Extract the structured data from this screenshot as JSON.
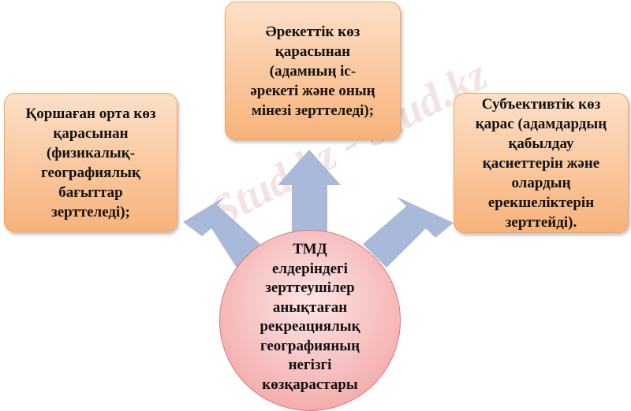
{
  "center": {
    "text": "ТМД\nелдеріндегі\nзерттеушілер\nанықтаған\nрекреациялық\nгеографияның\nнегізгі\nкөзқарастары"
  },
  "top_box": {
    "text": "Әрекеттік көз\nқарасынан\n(адамның іс-\nәрекеті және оның\nмінезі зерттеледі);"
  },
  "left_box": {
    "text": "Қоршаған орта көз\nқарасынан\n(физикалық-\nгеографиялық\nбағыттар\nзерттеледі);"
  },
  "right_box": {
    "text": "Субъективтік көз\nқарас (адамдардың\nқабылдау\nқасиеттерін және\nолардың\nерекшеліктерін\nзерттейді)."
  },
  "watermark": "Stud.kz - Stud.kz",
  "colors": {
    "box_fill": "#f7b27a",
    "circle_fill": "#f19d9d",
    "arrow": "#a9b9d9"
  }
}
